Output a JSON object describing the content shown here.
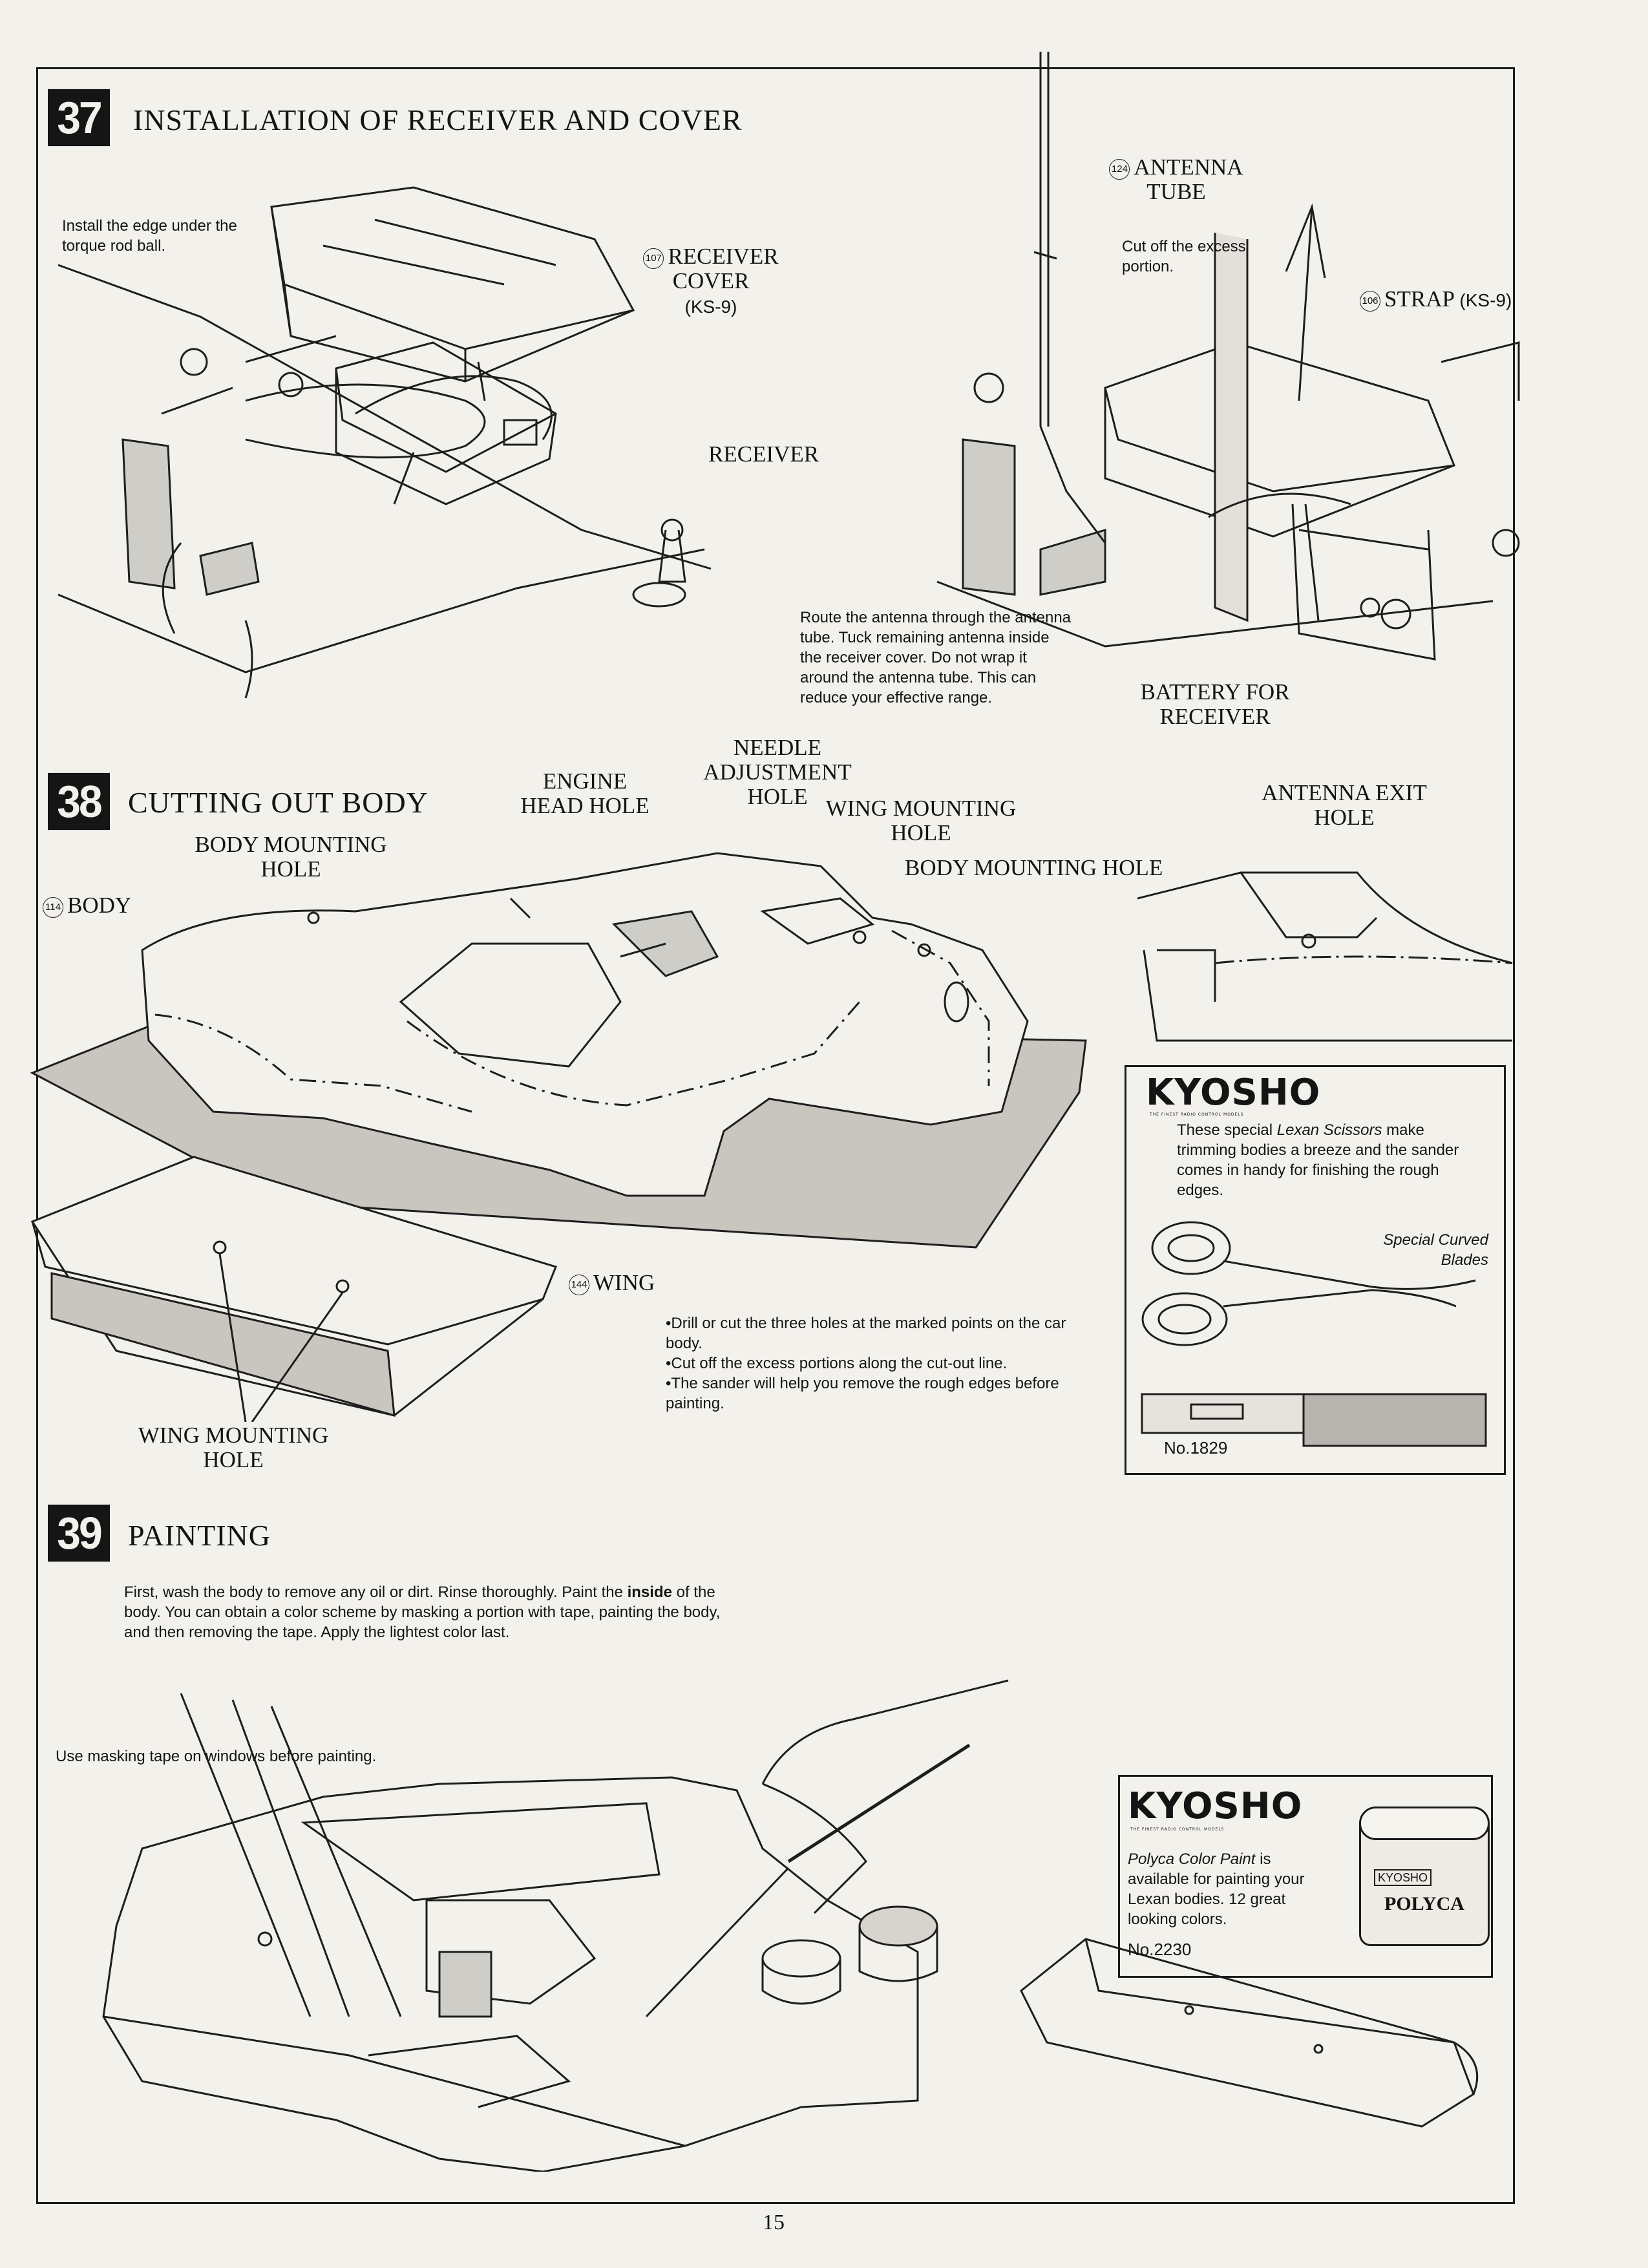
{
  "step37": {
    "number": "37",
    "title": "INSTALLATION OF RECEIVER AND COVER",
    "note_edge": "Install the edge under the torque rod ball.",
    "receiver_cover_num": "107",
    "receiver_cover": "RECEIVER COVER",
    "receiver_cover_code": "(KS-9)",
    "receiver": "RECEIVER",
    "antenna_tube_num": "124",
    "antenna_tube": "ANTENNA TUBE",
    "cut_excess": "Cut off the excess portion.",
    "strap_num": "106",
    "strap": "STRAP",
    "strap_code": "(KS-9)",
    "route_note": "Route the antenna through the antenna tube. Tuck remaining antenna inside the receiver cover. Do not wrap it around the antenna tube. This can reduce your effective range.",
    "battery": "BATTERY FOR RECEIVER"
  },
  "step38": {
    "number": "38",
    "title": "CUTTING OUT BODY",
    "body_num": "114",
    "body": "BODY",
    "body_mount_hole_1": "BODY MOUNTING HOLE",
    "engine_head_hole": "ENGINE HEAD HOLE",
    "needle_hole": "NEEDLE ADJUSTMENT HOLE",
    "wing_mount_hole_1": "WING MOUNTING HOLE",
    "body_mount_hole_2": "BODY MOUNTING HOLE",
    "antenna_exit_hole": "ANTENNA EXIT HOLE",
    "wing_num": "144",
    "wing": "WING",
    "wing_mount_hole_2": "WING MOUNTING HOLE",
    "bullets": [
      "Drill or cut the three holes at the marked points on the car body.",
      "Cut off the excess portions along the cut-out line.",
      "The sander will help you remove the rough edges before painting."
    ],
    "ad": {
      "brand": "KYOSHO",
      "tagline": "THE FINEST RADIO CONTROL MODELS",
      "text_a": "These special ",
      "text_em": "Lexan Scissors",
      "text_b": " make trimming bodies a breeze and the sander comes in handy for finishing the rough edges.",
      "caption": "Special Curved Blades",
      "part_no": "No.1829"
    }
  },
  "step39": {
    "number": "39",
    "title": "PAINTING",
    "para_a": "First, wash the body to remove any oil or dirt. Rinse thoroughly. Paint the ",
    "para_bold": "inside",
    "para_b": " of the body. You can obtain a color scheme by masking a portion with tape, painting the body, and then removing the tape. Apply the lightest color last.",
    "tape_note": "Use masking tape on windows before painting.",
    "ad": {
      "brand": "KYOSHO",
      "tagline": "THE FINEST RADIO CONTROL MODELS",
      "text_em": "Polyca Color Paint",
      "text_b": " is available for painting your Lexan bodies. 12 great looking colors.",
      "part_no": "No.2230",
      "jar_brand": "KYOSHO",
      "jar_label": "POLYCA"
    }
  },
  "page_number": "15"
}
